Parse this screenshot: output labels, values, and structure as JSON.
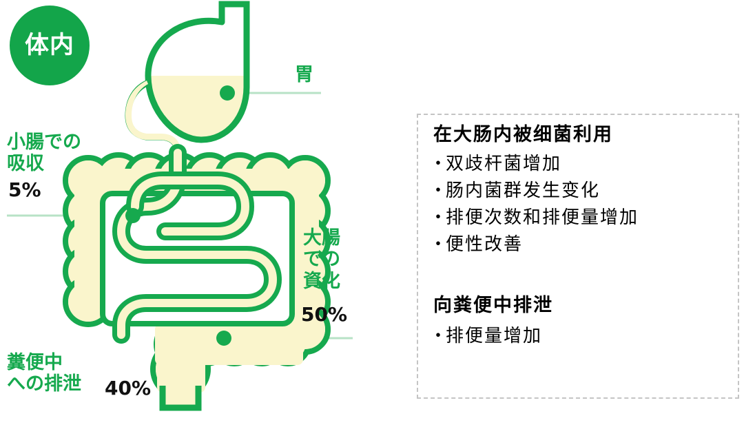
{
  "figure": {
    "badge": {
      "text": "体内",
      "color": "#13a54a",
      "text_color": "#ffffff"
    },
    "colors": {
      "organ_outline": "#16a94e",
      "organ_fill": "#faf5cc",
      "label_green": "#16a94e",
      "percent_black": "#111111",
      "connector_line": "#b7e2c6",
      "box_border": "#c4c4c4"
    },
    "labels": {
      "stomach": "胃",
      "small_intestine": "小腸での\n吸収",
      "small_intestine_percent": "5%",
      "large_intestine": "大腸\nでの\n資化",
      "large_intestine_percent": "50%",
      "feces": "糞便中\nへの排泄",
      "feces_percent": "40%"
    }
  },
  "info_box": {
    "sections": [
      {
        "title": "在大肠内被细菌利用",
        "bullets": [
          "双歧杆菌增加",
          "肠内菌群发生变化",
          "排便次数和排便量增加",
          "便性改善"
        ]
      },
      {
        "title": "向粪便中排泄",
        "bullets": [
          "排便量增加"
        ]
      }
    ]
  }
}
